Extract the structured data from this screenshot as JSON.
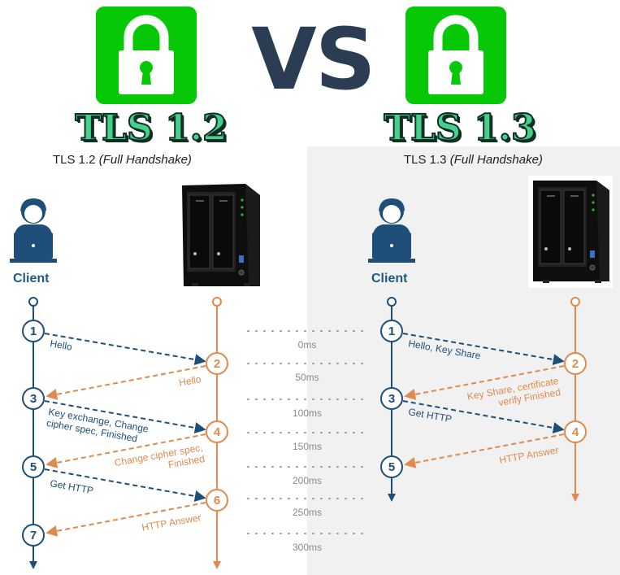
{
  "logos": {
    "left_title": "TLS 1.2",
    "vs": "VS",
    "right_title": "TLS 1.3"
  },
  "left": {
    "heading_main": "TLS 1.2 ",
    "heading_italic": "(Full Handshake)",
    "client_label": "Client",
    "client_steps": [
      "1",
      "3",
      "5",
      "7"
    ],
    "server_steps": [
      "2",
      "4",
      "6"
    ],
    "messages": [
      [
        "Hello"
      ],
      [
        "Hello"
      ],
      [
        "Key exchange, Change",
        "cipher spec, Finished"
      ],
      [
        "Change cipher spec,",
        "Finished"
      ],
      [
        "Get HTTP"
      ],
      [
        "HTTP Answer"
      ]
    ]
  },
  "right": {
    "heading_main": "TLS 1.3 ",
    "heading_italic": "(Full Handshake)",
    "client_label": "Client",
    "client_steps": [
      "1",
      "3",
      "5"
    ],
    "server_steps": [
      "2",
      "4"
    ],
    "messages": [
      [
        "Hello, Key Share"
      ],
      [
        "Key Share, certificate",
        "verify  Finished"
      ],
      [
        "Get HTTP"
      ],
      [
        "HTTP Answer"
      ]
    ]
  },
  "timeline": [
    "0ms",
    "50ms",
    "100ms",
    "150ms",
    "200ms",
    "250ms",
    "300ms"
  ],
  "colors": {
    "client": "#1f4e79",
    "server": "#e08a4e",
    "lock_green": "#07c807",
    "vs": "#2b3d52",
    "panel_bg": "#f1f1f1"
  },
  "icons": [
    "lock-icon",
    "client-laptop-icon",
    "nas-server-icon"
  ]
}
